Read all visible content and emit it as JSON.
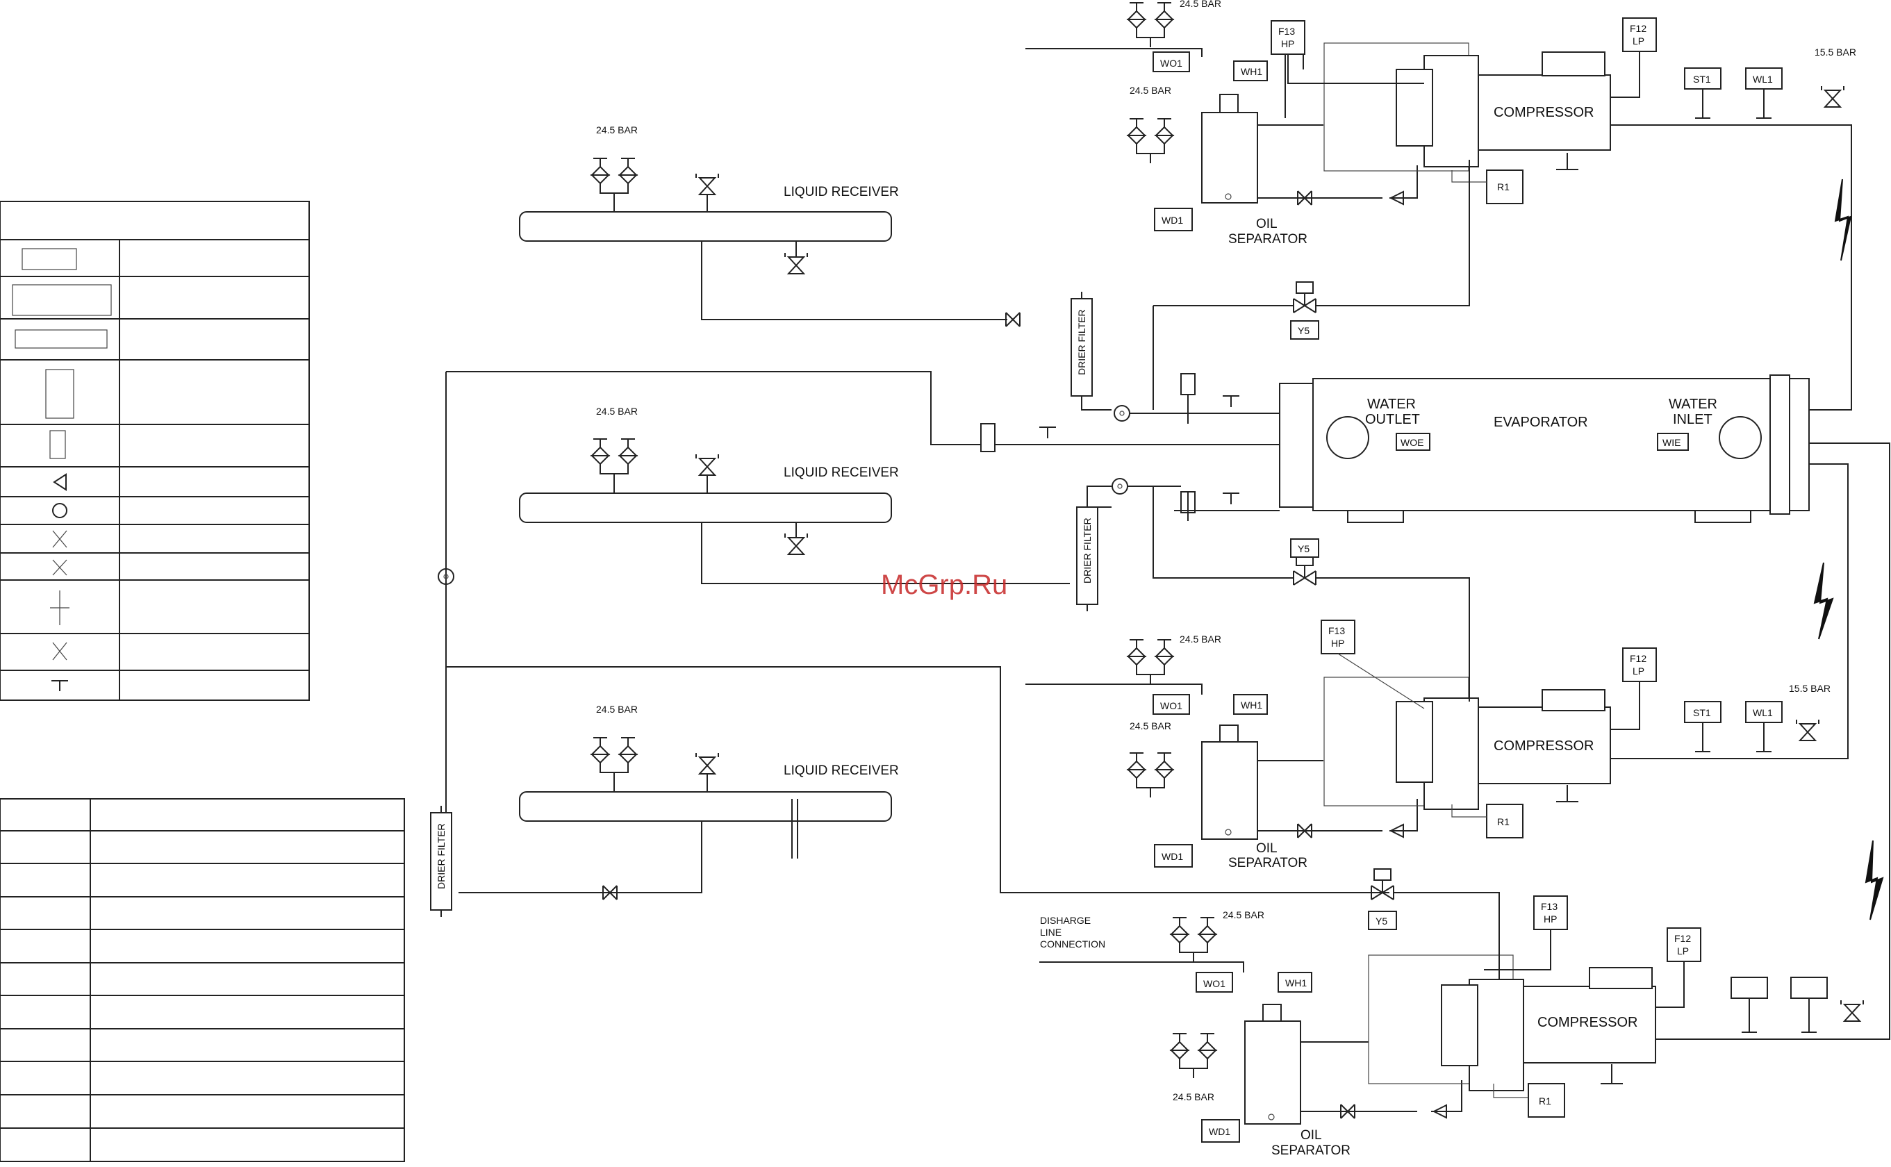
{
  "watermark": "McGrp.Ru",
  "labels": {
    "liquid_receiver": "LIQUID RECEIVER",
    "compressor": "COMPRESSOR",
    "oil": "OIL",
    "separator": "SEPARATOR",
    "evaporator": "EVAPORATOR",
    "water_outlet_1": "WATER",
    "water_outlet_2": "OUTLET",
    "water_inlet_1": "WATER",
    "water_inlet_2": "INLET",
    "drier_filter": "DRIER FILTER",
    "discharge_1": "DISHARGE",
    "discharge_2": "LINE",
    "discharge_3": "CONNECTION",
    "bar_245": "24.5 BAR",
    "bar_155": "15.5 BAR"
  },
  "tags": {
    "f13": "F13",
    "hp": "HP",
    "f12": "F12",
    "lp": "LP",
    "wo1": "WO1",
    "wh1": "WH1",
    "wd1": "WD1",
    "r1": "R1",
    "y5": "Y5",
    "st1": "ST1",
    "wl1": "WL1",
    "woe": "WOE",
    "wie": "WIE"
  }
}
